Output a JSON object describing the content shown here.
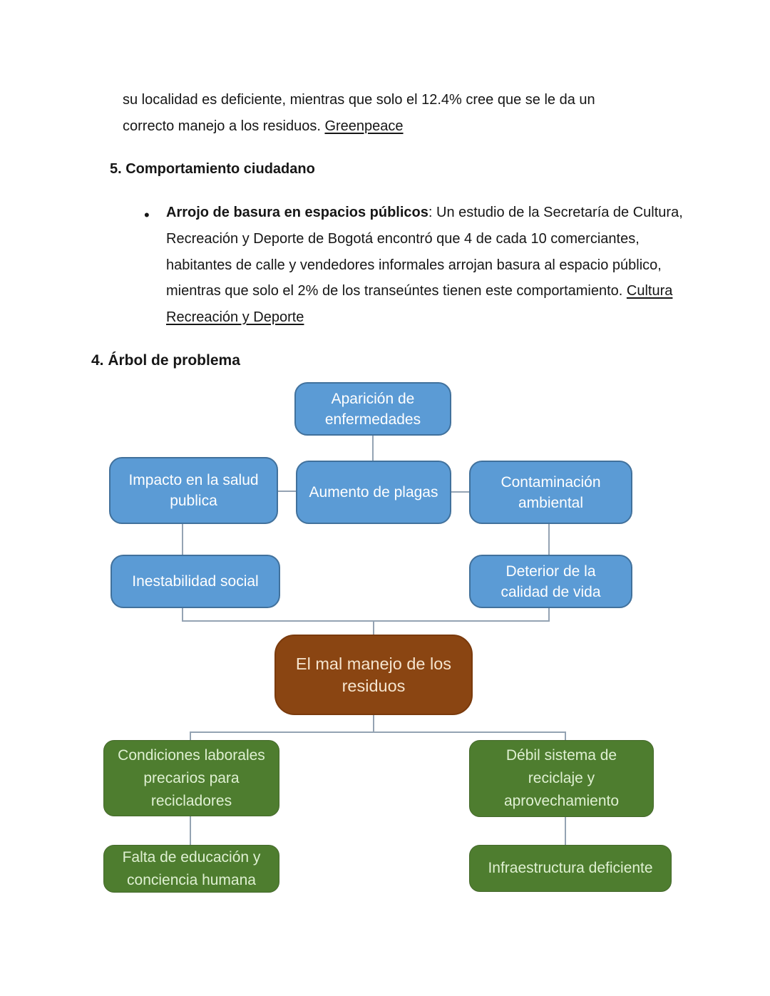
{
  "document_text": {
    "intro": {
      "line1": "su localidad es deficiente, mientras que solo el 12.4% cree que se le da un",
      "line2_text": "correcto manejo a los residuos. ",
      "line2_link": "Greenpeace"
    },
    "section5": {
      "heading": "5. Comportamiento ciudadano",
      "bullet_marker": "•",
      "line1_bold": "Arrojo de basura en espacios públicos",
      "line1_rest": ": Un estudio de la Secretaría de Cultura,",
      "line2": "Recreación y Deporte de Bogotá encontró que 4 de cada 10 comerciantes,",
      "line3": "habitantes de calle y vendedores informales arrojan basura al espacio público,",
      "line4_text": "mientras que solo el 2% de los transeúntes tienen este comportamiento. ",
      "line4_link": "Cultura",
      "line5_link": "Recreación y Deporte"
    },
    "section4_heading": "4. Árbol de problema"
  },
  "diagram": {
    "title": "Árbol de problema",
    "palette": {
      "effect_fill": "#5B9BD5",
      "effect_border": "#41719C",
      "effect_text": "#FFFFFF",
      "problem_fill": "#8A4512",
      "problem_border": "#7A3A0C",
      "problem_text": "#F5E4CE",
      "cause_fill": "#4E7D2F",
      "cause_border": "#44682A",
      "cause_text": "#DFF0D2",
      "connector": "#94A3B3"
    },
    "nodes": [
      {
        "id": "aparicion",
        "role": "effect",
        "lines": [
          "Aparición de",
          "enfermedades"
        ]
      },
      {
        "id": "impacto",
        "role": "effect",
        "lines": [
          "Impacto en la salud",
          "publica"
        ]
      },
      {
        "id": "aumento",
        "role": "effect",
        "lines": [
          "Aumento de plagas"
        ]
      },
      {
        "id": "contaminacion",
        "role": "effect",
        "lines": [
          "Contaminación",
          "ambiental"
        ]
      },
      {
        "id": "inestabilidad",
        "role": "effect",
        "lines": [
          "Inestabilidad social"
        ]
      },
      {
        "id": "deterior",
        "role": "effect",
        "lines": [
          "Deterior de la",
          "calidad de vida"
        ]
      },
      {
        "id": "problema",
        "role": "problem",
        "lines": [
          "El mal manejo de los",
          "residuos"
        ]
      },
      {
        "id": "condiciones",
        "role": "cause",
        "lines": [
          "Condiciones laborales",
          "precarios para",
          "recicladores"
        ]
      },
      {
        "id": "debil",
        "role": "cause",
        "lines": [
          "Débil sistema de",
          "reciclaje y",
          "aprovechamiento"
        ]
      },
      {
        "id": "falta",
        "role": "cause",
        "lines": [
          "Falta de educación y",
          "conciencia humana"
        ]
      },
      {
        "id": "infraestructura",
        "role": "cause",
        "lines": [
          "Infraestructura deficiente"
        ]
      }
    ],
    "edges": [
      [
        "aparicion",
        "aumento"
      ],
      [
        "impacto",
        "aumento"
      ],
      [
        "aumento",
        "contaminacion"
      ],
      [
        "impacto",
        "inestabilidad"
      ],
      [
        "contaminacion",
        "deterior"
      ],
      [
        "inestabilidad",
        "problema"
      ],
      [
        "deterior",
        "problema"
      ],
      [
        "problema",
        "condiciones"
      ],
      [
        "problema",
        "debil"
      ],
      [
        "condiciones",
        "falta"
      ],
      [
        "debil",
        "infraestructura"
      ]
    ]
  }
}
